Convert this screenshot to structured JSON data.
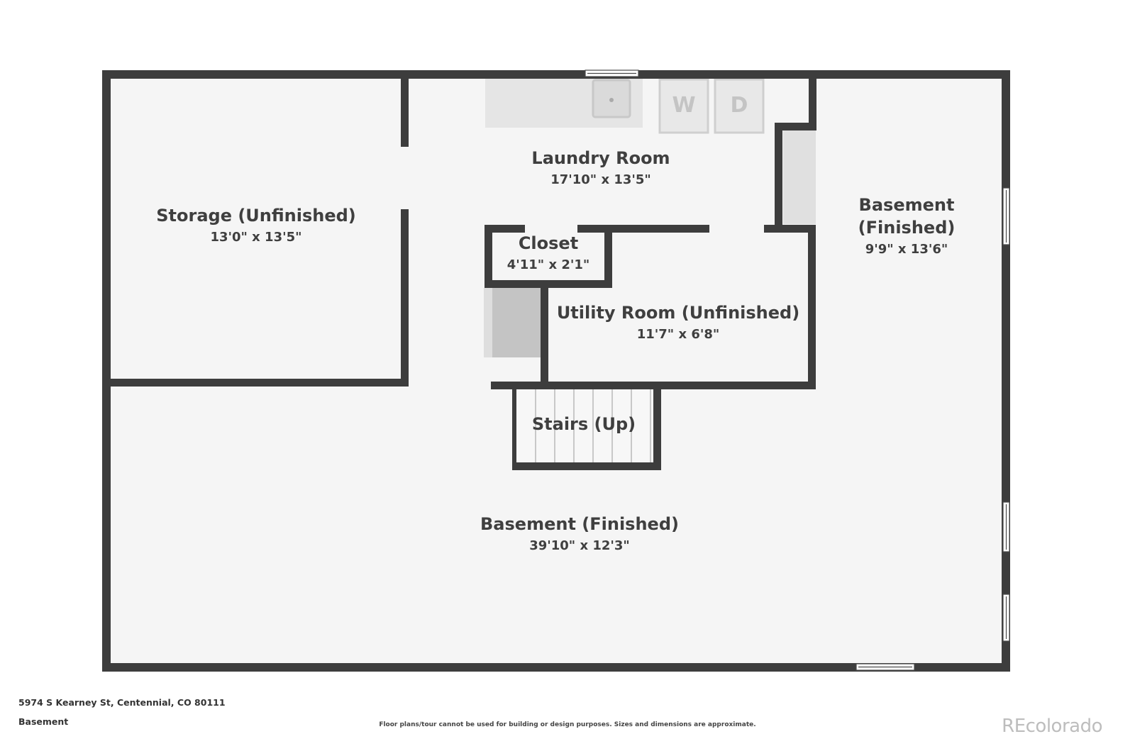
{
  "rooms": {
    "storage": {
      "name": "Storage (Unfinished)",
      "dims": "13'0\" x 13'5\""
    },
    "laundry": {
      "name": "Laundry Room",
      "dims": "17'10\" x 13'5\""
    },
    "closet": {
      "name": "Closet",
      "dims": "4'11\" x 2'1\""
    },
    "utility": {
      "name": "Utility Room (Unfinished)",
      "dims": "11'7\" x 6'8\""
    },
    "basement_right": {
      "name_line1": "Basement",
      "name_line2": "(Finished)",
      "dims": "9'9\" x 13'6\""
    },
    "stairs": {
      "name": "Stairs (Up)"
    },
    "basement_main": {
      "name": "Basement (Finished)",
      "dims": "39'10\" x 12'3\""
    }
  },
  "appliances": {
    "washer": "W",
    "dryer": "D"
  },
  "footer": {
    "address": "5974 S Kearney St, Centennial, CO 80111",
    "level": "Basement",
    "disclaimer": "Floor plans/tour cannot be used for building or design purposes. Sizes and dimensions are approximate.",
    "brand": "REcolorado"
  },
  "colors": {
    "wall": "#3d3d3d",
    "floor": "#f5f5f5",
    "fixture": "#e3e3e3",
    "text": "#3f3f3f"
  }
}
